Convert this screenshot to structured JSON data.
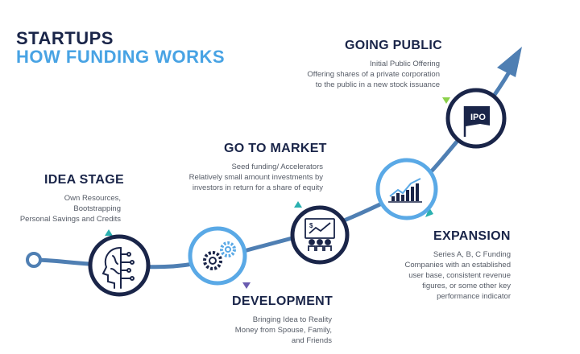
{
  "header": {
    "line1": "STARTUPS",
    "line2": "HOW FUNDING WORKS"
  },
  "stages": {
    "idea": {
      "title": "IDEA STAGE",
      "lines": [
        "Own Resources,",
        "Bootstrapping",
        "Personal Savings and Credits"
      ]
    },
    "development": {
      "title": "DEVELOPMENT",
      "lines": [
        "Bringing Idea to Reality",
        "Money from Spouse, Family,",
        "and Friends"
      ]
    },
    "market": {
      "title": "GO TO MARKET",
      "lines": [
        "Seed funding/ Accelerators",
        "Relatively small amount investments by",
        "investors in return for a share of equity"
      ]
    },
    "expansion": {
      "title": "EXPANSION",
      "lines": [
        "Series A, B, C Funding",
        "Companies with an established",
        "user base, consistent revenue",
        "figures, or some other key",
        "performance indicator"
      ]
    },
    "public": {
      "title": "GOING PUBLIC",
      "lines": [
        "Initial Public Offering",
        "Offering shares of a private corporation",
        "to the public in a new stock issuance"
      ],
      "flag_text": "IPO"
    }
  },
  "colors": {
    "navy": "#1a2549",
    "light_blue": "#5aa9e6",
    "path": "#4f7fb3",
    "teal": "#2ab0b0",
    "purple": "#6a5bb0",
    "green": "#8bd14a"
  },
  "icons": [
    "brain-head-icon",
    "gears-icon",
    "presentation-board-icon",
    "growth-chart-icon",
    "ipo-flag-icon",
    "arrow-up-icon"
  ]
}
